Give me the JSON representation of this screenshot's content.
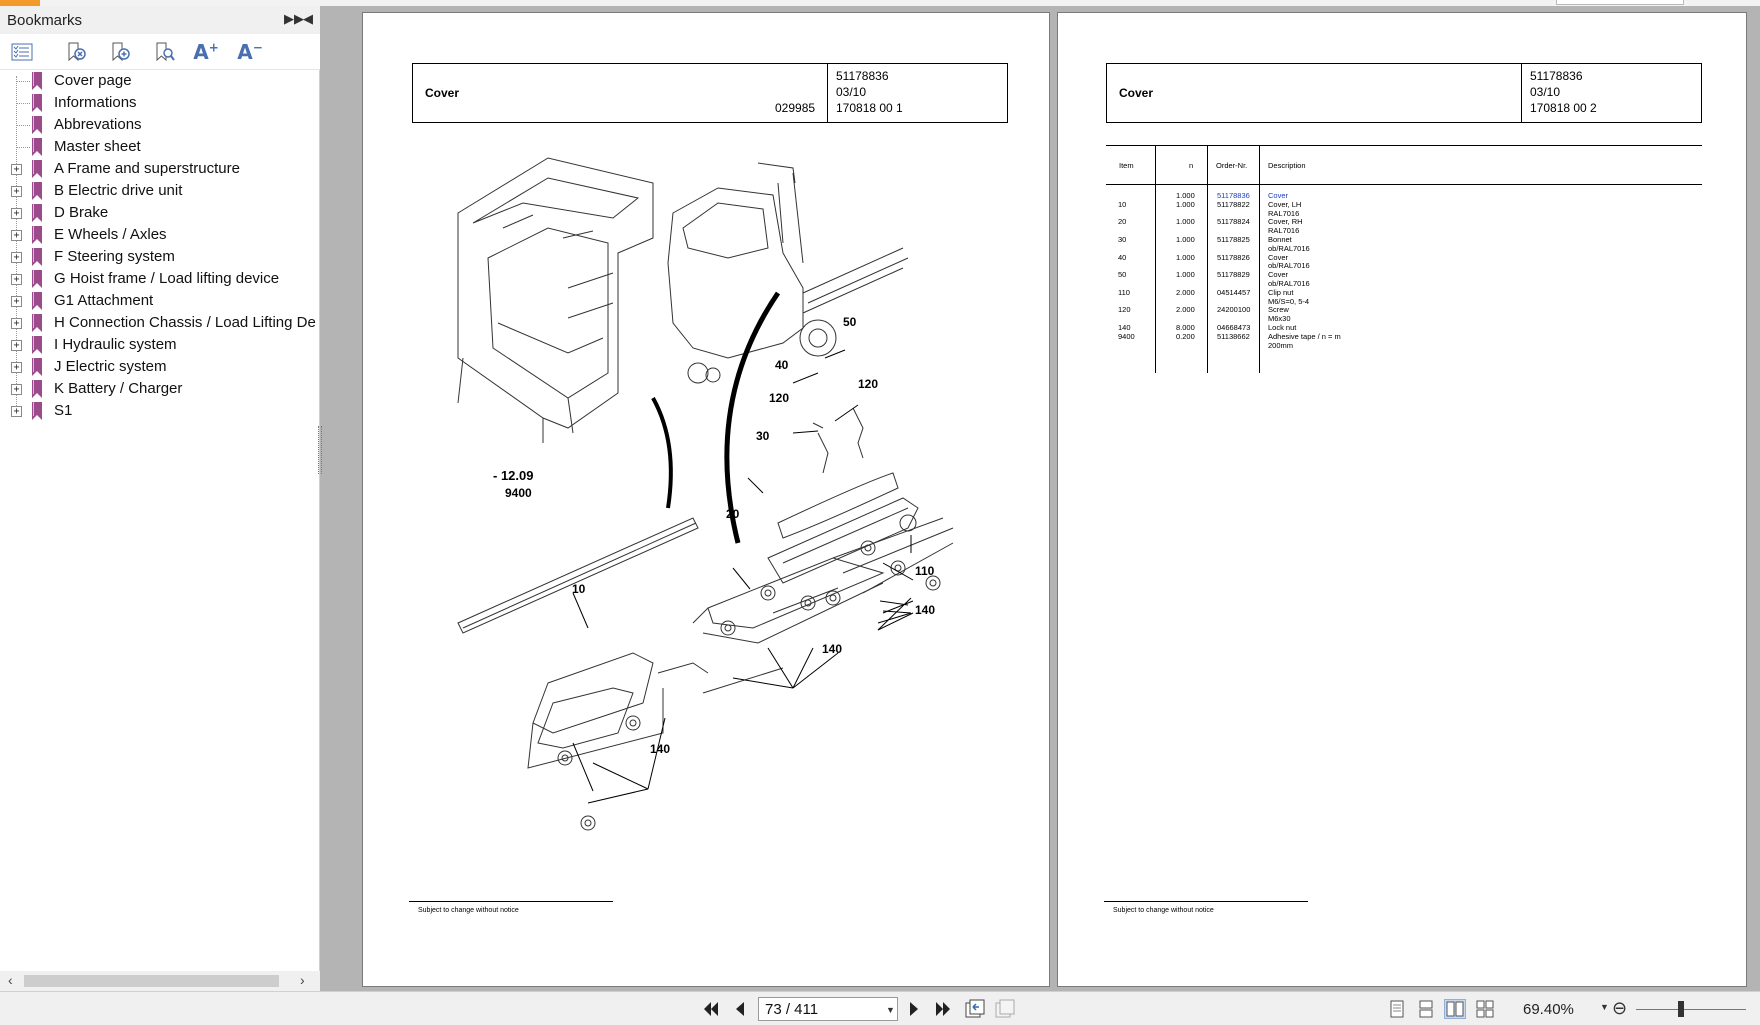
{
  "sidebar": {
    "title": "Bookmarks",
    "items": [
      {
        "label": "Cover page",
        "expandable": false
      },
      {
        "label": "Informations",
        "expandable": false
      },
      {
        "label": "Abbrevations",
        "expandable": false
      },
      {
        "label": "Master sheet",
        "expandable": false
      },
      {
        "label": "A Frame and superstructure",
        "expandable": true
      },
      {
        "label": "B Electric drive unit",
        "expandable": true
      },
      {
        "label": "D Brake",
        "expandable": true
      },
      {
        "label": "E Wheels / Axles",
        "expandable": true
      },
      {
        "label": "F Steering system",
        "expandable": true
      },
      {
        "label": "G Hoist frame / Load lifting device",
        "expandable": true
      },
      {
        "label": "G1 Attachment",
        "expandable": true
      },
      {
        "label": "H Connection Chassis / Load Lifting Devi",
        "expandable": true
      },
      {
        "label": "I Hydraulic system",
        "expandable": true
      },
      {
        "label": "J Electric system",
        "expandable": true
      },
      {
        "label": "K Battery / Charger",
        "expandable": true
      },
      {
        "label": "S1",
        "expandable": true
      }
    ],
    "expand_symbol": "+"
  },
  "left_page": {
    "header": {
      "title": "Cover",
      "drawing_no": "029985",
      "part_no": "51178836",
      "date": "03/10",
      "ref": "170818 00 1"
    },
    "drawing_labels": {
      "minus": "- 12.09",
      "l9400": "9400",
      "l50": "50",
      "l40": "40",
      "l120a": "120",
      "l120b": "120",
      "l30": "30",
      "l20": "20",
      "l10": "10",
      "l110": "110",
      "l140a": "140",
      "l140b": "140",
      "l140c": "140"
    },
    "footer": "Subject to change without notice"
  },
  "right_page": {
    "header": {
      "title": "Cover",
      "part_no": "51178836",
      "date": "03/10",
      "ref": "170818 00 2"
    },
    "table": {
      "columns": [
        "Item",
        "n",
        "Order-Nr.",
        "Description"
      ],
      "rows": [
        {
          "item": "",
          "n": "1.000",
          "order": "51178836",
          "desc": "Cover",
          "link": true
        },
        {
          "item": "10",
          "n": "1.000",
          "order": "51178822",
          "desc": "Cover, LH",
          "link": false
        },
        {
          "item": "",
          "n": "",
          "order": "",
          "desc": "RAL7016",
          "link": false
        },
        {
          "item": "20",
          "n": "1.000",
          "order": "51178824",
          "desc": "Cover, RH",
          "link": false
        },
        {
          "item": "",
          "n": "",
          "order": "",
          "desc": "RAL7016",
          "link": false
        },
        {
          "item": "30",
          "n": "1.000",
          "order": "51178825",
          "desc": "Bonnet",
          "link": false
        },
        {
          "item": "",
          "n": "",
          "order": "",
          "desc": "ob/RAL7016",
          "link": false
        },
        {
          "item": "40",
          "n": "1.000",
          "order": "51178826",
          "desc": "Cover",
          "link": false
        },
        {
          "item": "",
          "n": "",
          "order": "",
          "desc": "ob/RAL7016",
          "link": false
        },
        {
          "item": "50",
          "n": "1.000",
          "order": "51178829",
          "desc": "Cover",
          "link": false
        },
        {
          "item": "",
          "n": "",
          "order": "",
          "desc": "ob/RAL7016",
          "link": false
        },
        {
          "item": "110",
          "n": "2.000",
          "order": "04514457",
          "desc": "Clip nut",
          "link": false
        },
        {
          "item": "",
          "n": "",
          "order": "",
          "desc": "M6/S=0, 5-4",
          "link": false
        },
        {
          "item": "120",
          "n": "2.000",
          "order": "24200100",
          "desc": "Screw",
          "link": false
        },
        {
          "item": "",
          "n": "",
          "order": "",
          "desc": "M6x30",
          "link": false
        },
        {
          "item": "140",
          "n": "8.000",
          "order": "04668473",
          "desc": "Lock nut",
          "link": false
        },
        {
          "item": "9400",
          "n": "0.200",
          "order": "51138662",
          "desc": "Adhesive tape / n = m",
          "link": false
        },
        {
          "item": "",
          "n": "",
          "order": "",
          "desc": "200mm",
          "link": false
        }
      ]
    },
    "footer": "Subject to change without notice"
  },
  "bottombar": {
    "page_value": "73 / 411",
    "zoom": "69.40%"
  },
  "colors": {
    "bookmark": "#9b4a8c",
    "link": "#1a3fc0",
    "accent": "#f39b2a",
    "doc_bg": "#b4b4b4"
  }
}
